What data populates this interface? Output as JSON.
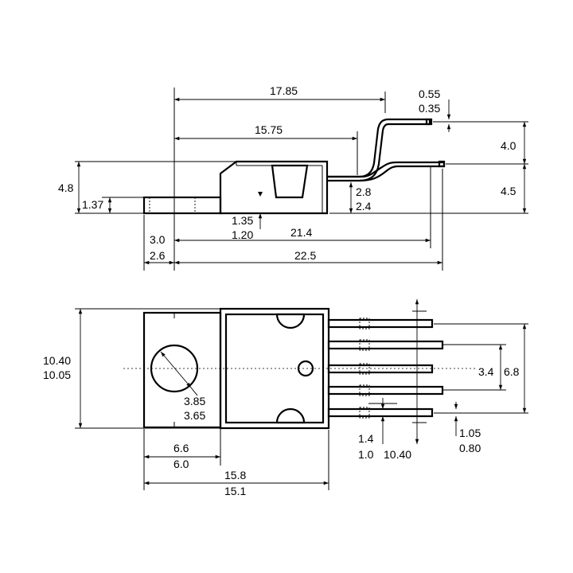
{
  "side_view": {
    "dims": {
      "d_17_85": "17.85",
      "d_15_75": "15.75",
      "d_0_55": "0.55",
      "d_0_35": "0.35",
      "d_4_0": "4.0",
      "d_4_5": "4.5",
      "d_4_8": "4.8",
      "d_1_37": "1.37",
      "d_2_8": "2.8",
      "d_2_4": "2.4",
      "d_1_35": "1.35",
      "d_1_20": "1.20",
      "d_3_0": "3.0",
      "d_2_6": "2.6",
      "d_21_4": "21.4",
      "d_22_5": "22.5"
    }
  },
  "top_view": {
    "dims": {
      "d_10_40_left": "10.40",
      "d_10_05": "10.05",
      "d_3_85": "3.85",
      "d_3_65": "3.65",
      "d_6_6": "6.6",
      "d_6_0": "6.0",
      "d_15_8": "15.8",
      "d_15_1": "15.1",
      "d_1_4": "1.4",
      "d_1_0": "1.0",
      "d_10_40_bottom": "10.40",
      "d_1_05": "1.05",
      "d_0_80": "0.80",
      "d_3_4": "3.4",
      "d_6_8": "6.8"
    }
  }
}
